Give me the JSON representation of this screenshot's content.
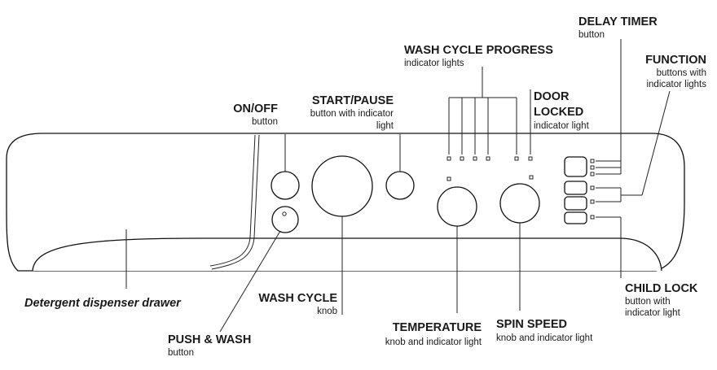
{
  "labels": {
    "delay_timer": {
      "title": "DELAY TIMER",
      "sub": "button"
    },
    "wash_progress": {
      "title": "WASH CYCLE PROGRESS",
      "sub": "indicator lights"
    },
    "function": {
      "title": "FUNCTION",
      "sub1": "buttons with",
      "sub2": "indicator lights"
    },
    "start_pause": {
      "title": "START/PAUSE",
      "sub1": "button with indicator",
      "sub2": "light"
    },
    "door_locked": {
      "title1": "DOOR",
      "title2": "LOCKED",
      "sub": "indicator light"
    },
    "on_off": {
      "title": "ON/OFF",
      "sub": "button"
    },
    "detergent": {
      "title": "Detergent dispenser drawer"
    },
    "wash_cycle": {
      "title": "WASH CYCLE",
      "sub": "knob"
    },
    "child_lock": {
      "title": "CHILD LOCK",
      "sub1": "button with",
      "sub2": "indicator light"
    },
    "temperature": {
      "title": "TEMPERATURE",
      "sub": "knob and indicator light"
    },
    "spin_speed": {
      "title": "SPIN SPEED",
      "sub": "knob and indicator light"
    },
    "push_wash": {
      "title": "PUSH & WASH",
      "sub": "button"
    }
  }
}
